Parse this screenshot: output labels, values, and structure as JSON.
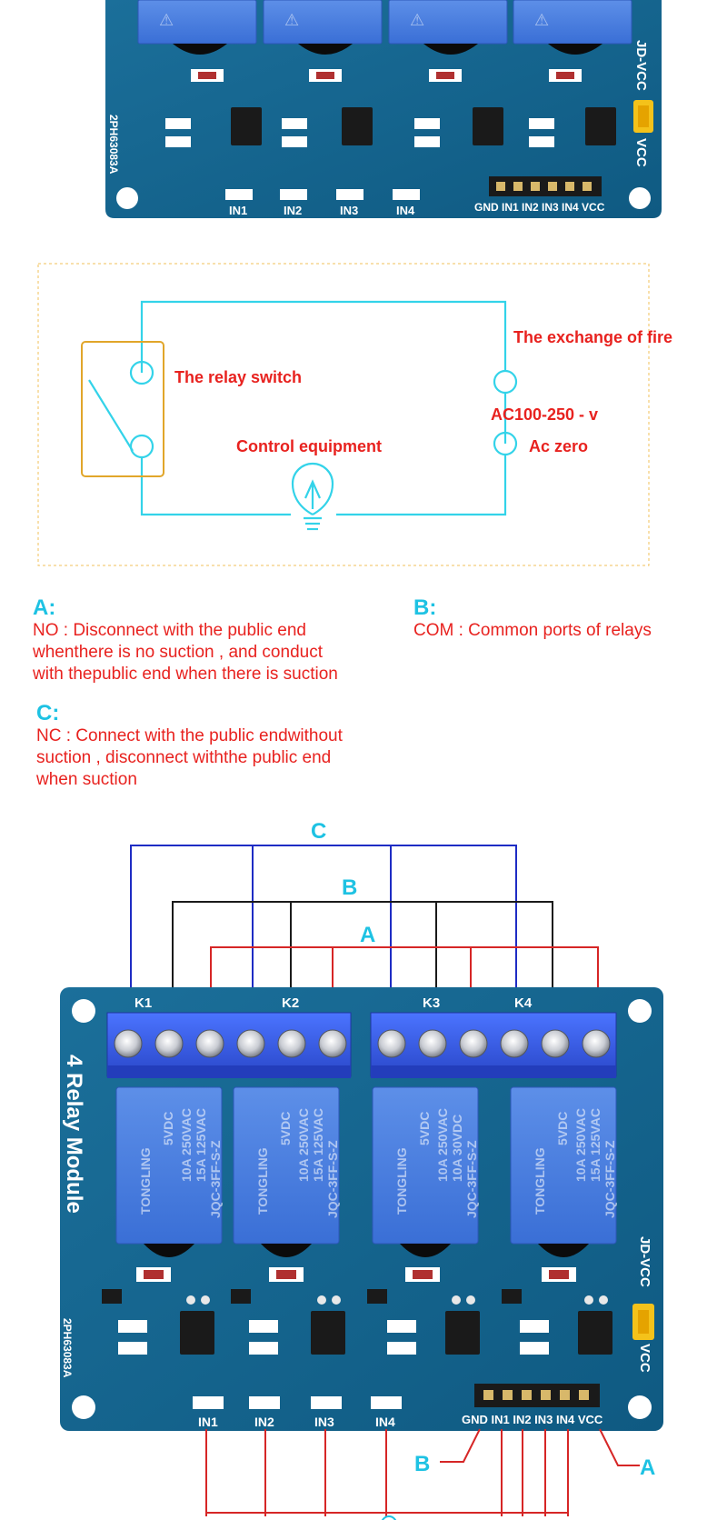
{
  "circuit": {
    "relay_switch": "The relay switch",
    "exchange_of_fire": "The exchange of fire",
    "ac_voltage": "AC100-250 - v",
    "ac_zero": "Ac zero",
    "control_equipment": "Control equipment"
  },
  "notes": {
    "a": {
      "head": "A:",
      "body": "NO : Disconnect with the public end\nwhenthere is no suction , and conduct\nwith thepublic end when there is suction"
    },
    "b": {
      "head": "B:",
      "body": "COM : Common ports of relays"
    },
    "c": {
      "head": "C:",
      "body": "NC : Connect with the public endwithout\nsuction , disconnect withthe public end\nwhen suction"
    }
  },
  "board": {
    "title": "4 Relay Module",
    "code": "2PH63083A",
    "jd_vcc": "JD-VCC",
    "vcc_side": "VCC",
    "relay_labels": [
      "K1",
      "K2",
      "K3",
      "K4"
    ],
    "relay_text": [
      "TONGLING",
      "5VDC",
      "10A 250VAC",
      "15A 125VAC",
      "10A 30VDC",
      "JQC-3FF-S-Z"
    ],
    "inputs": [
      "IN1",
      "IN2",
      "IN3",
      "IN4"
    ],
    "header_pins": "GND IN1 IN2 IN3 IN4 VCC"
  },
  "wiring": {
    "label_a": "A",
    "label_b": "B",
    "label_c": "C"
  }
}
